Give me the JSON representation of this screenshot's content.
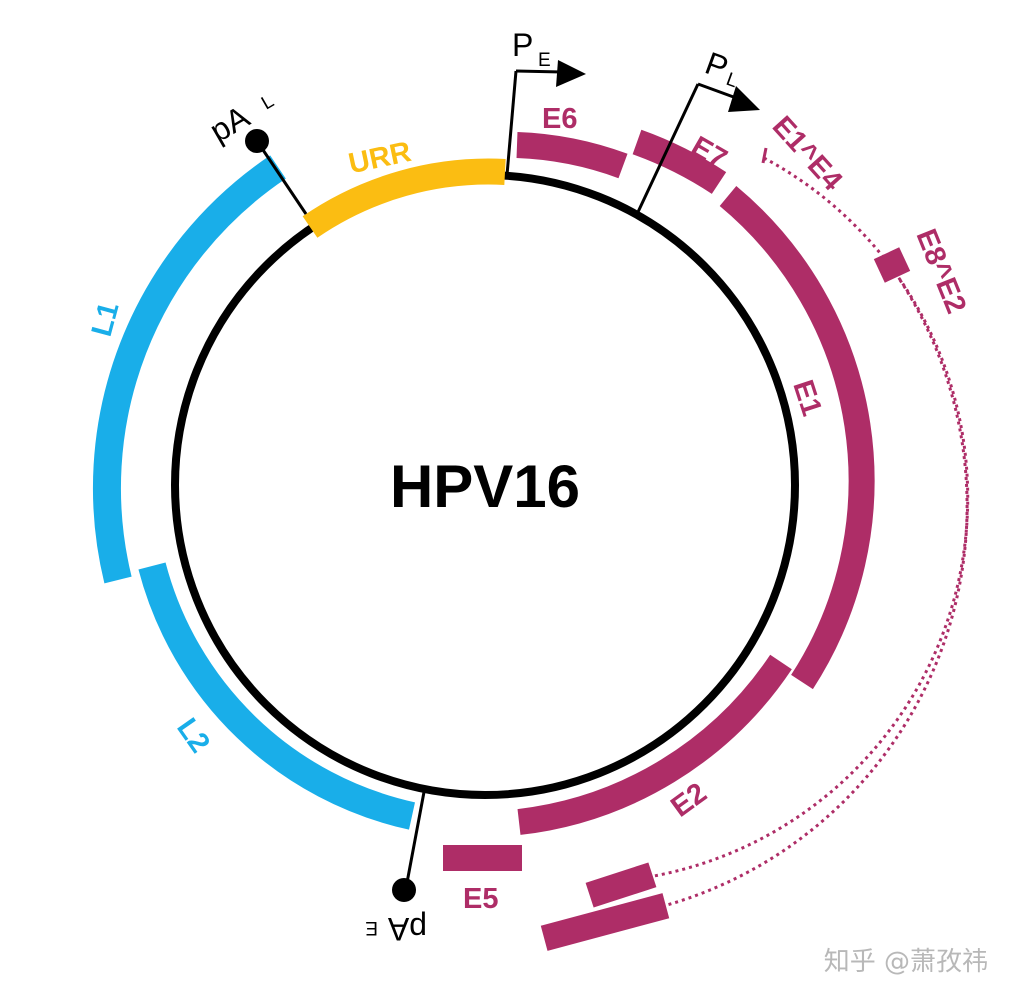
{
  "title": "HPV16",
  "colors": {
    "genome": "#000000",
    "late": "#19aee9",
    "early": "#ae2d67",
    "urr": "#fbbd12"
  },
  "promoters": {
    "early": {
      "letter": "P",
      "sub": "E"
    },
    "late": {
      "letter": "P",
      "sub": "L"
    }
  },
  "polyA": {
    "late": {
      "main": "pA",
      "sub": "L"
    },
    "early": {
      "main": "pA",
      "sub": "E"
    }
  },
  "labels": {
    "urr": "URR",
    "e6": "E6",
    "e7": "E7",
    "e1": "E1",
    "e2": "E2",
    "e5": "E5",
    "l1": "L1",
    "l2": "L2",
    "e1e4": "E1^E4",
    "e8e2": "E8^E2"
  },
  "watermark": "知乎 @萧孜祎"
}
